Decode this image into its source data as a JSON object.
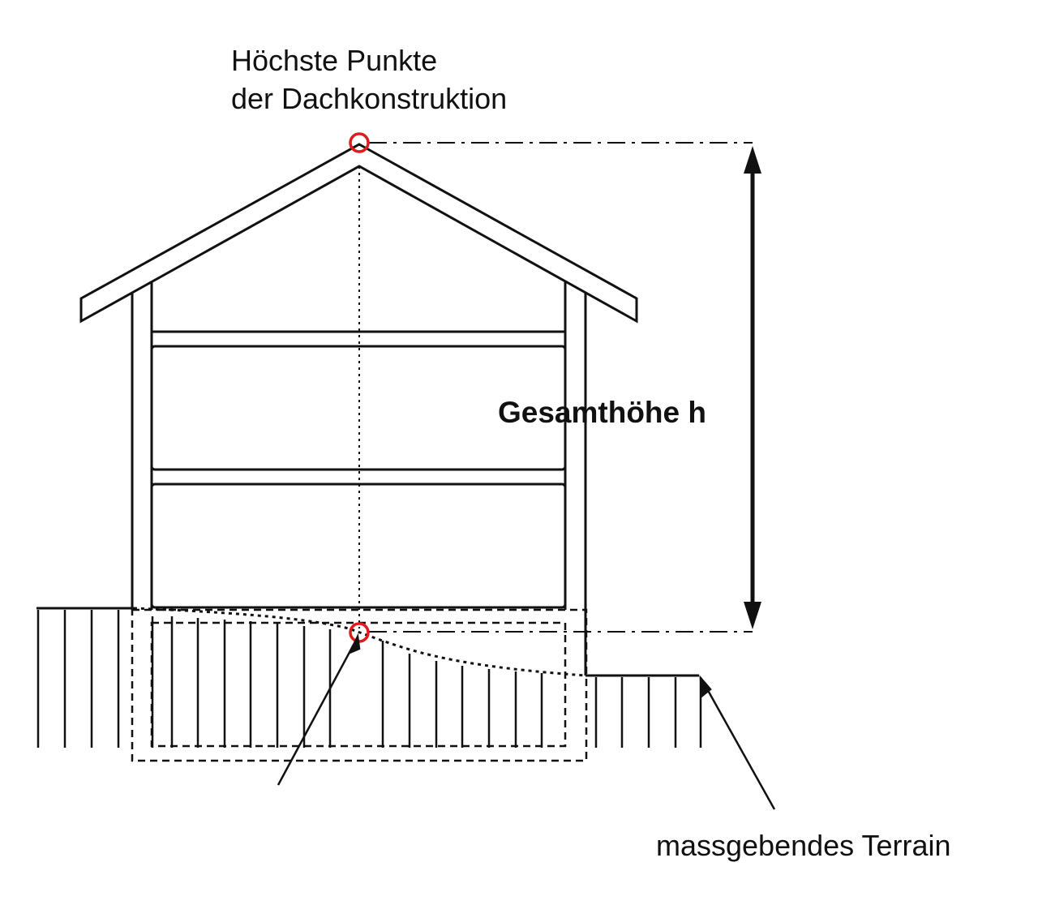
{
  "labels": {
    "highest_point_line1": "Höchste Punkte",
    "highest_point_line2": "der Dachkonstruktion",
    "total_height": "Gesamthöhe h",
    "terrain": "massgebendes Terrain"
  },
  "colors": {
    "line": "#111111",
    "marker": "#e01b1b",
    "background": "#ffffff"
  }
}
